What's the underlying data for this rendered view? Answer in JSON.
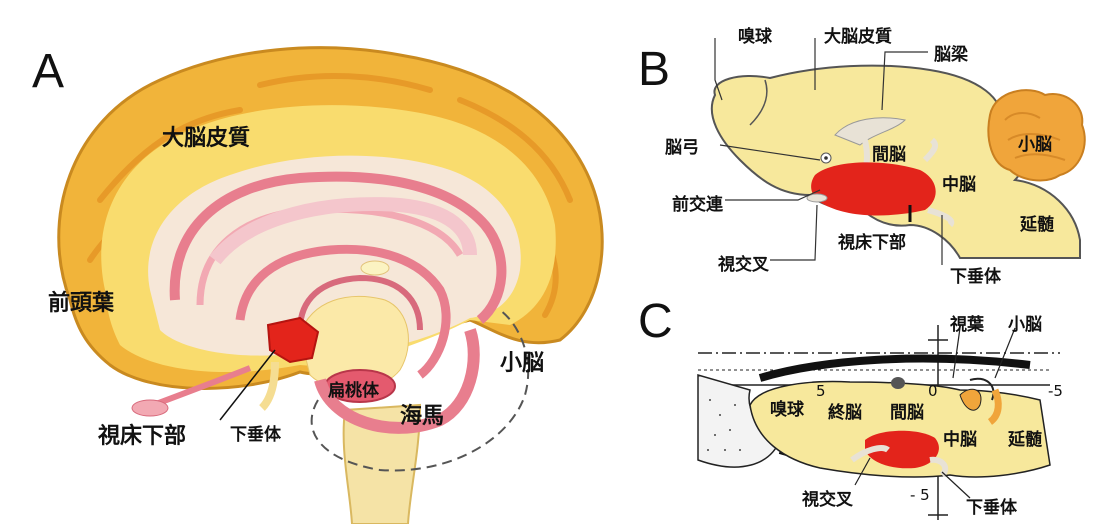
{
  "panel_a": {
    "letter": "A",
    "labels": {
      "cortex": "大脳皮質",
      "frontal": "前頭葉",
      "cerebellum": "小脳",
      "hypothalamus": "視床下部",
      "pituitary": "下垂体",
      "amygdala": "扁桃体",
      "hippocampus": "海馬"
    }
  },
  "panel_b": {
    "letter": "B",
    "labels": {
      "olfactory": "嗅球",
      "cortex": "大脳皮質",
      "corpus_callosum": "脳梁",
      "fornix": "脳弓",
      "diencephalon": "間脳",
      "cerebellum": "小脳",
      "midbrain": "中脳",
      "anterior_commissure": "前交連",
      "medulla": "延髄",
      "hypothalamus": "視床下部",
      "optic_chiasm": "視交叉",
      "pituitary": "下垂体"
    }
  },
  "panel_c": {
    "letter": "C",
    "labels": {
      "optic_lobe": "視葉",
      "cerebellum": "小脳",
      "olfactory": "嗅球",
      "telencephalon": "終脳",
      "diencephalon": "間脳",
      "midbrain": "中脳",
      "medulla": "延髄",
      "optic_chiasm": "視交叉",
      "pituitary": "下垂体"
    },
    "ticks": {
      "x_pos5": "5",
      "x_zero": "0",
      "x_neg5": "-5",
      "y_neg5": "- 5"
    }
  },
  "colors": {
    "cortex_orange": "#f1b43a",
    "cortex_yellow": "#f9dc6e",
    "inner_pale": "#f6e7d8",
    "limbic_pink": "#e87e8e",
    "hypothalamus_red": "#e3241b",
    "diagram_yellow": "#f7e89c",
    "cerebellum_orange": "#f0a53b"
  }
}
